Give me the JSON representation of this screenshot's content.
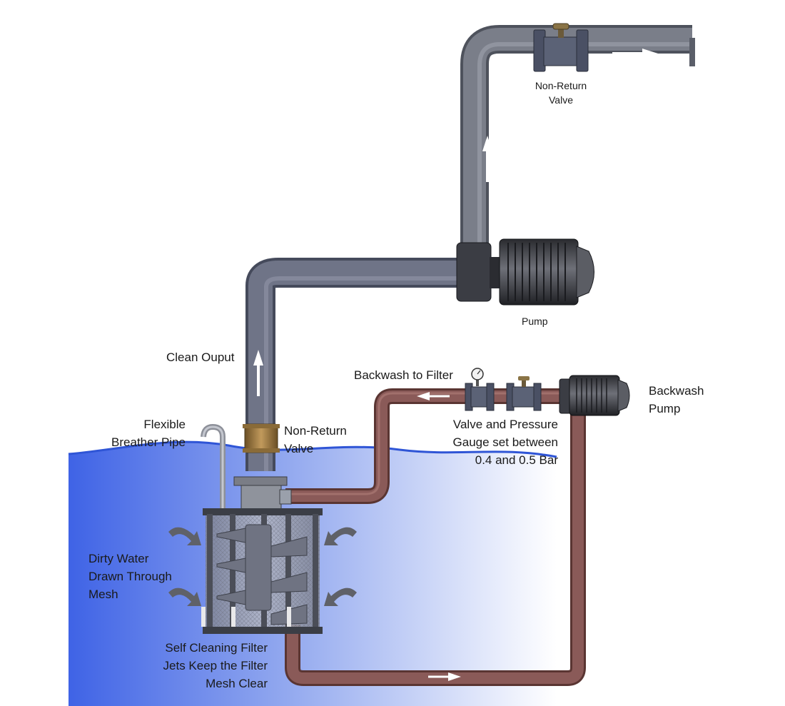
{
  "labels": {
    "top_valve": [
      "Non-Return",
      "Valve"
    ],
    "pump": "Pump",
    "clean_output": "Clean Ouput",
    "backwash_to_filter": "Backwash to Filter",
    "backwash_pump": [
      "Backwash",
      "Pump"
    ],
    "breather_pipe": [
      "Flexible",
      "Breather Pipe"
    ],
    "lower_valve": [
      "Non-Return",
      "Valve"
    ],
    "valve_gauge": [
      "Valve and Pressure",
      "Gauge set between",
      "0.4 and 0.5 Bar"
    ],
    "dirty_water": [
      "Dirty Water",
      "Drawn Through",
      "Mesh"
    ],
    "self_cleaning": [
      "Self Cleaning Filter",
      "Jets Keep the Filter",
      "Mesh Clear"
    ]
  },
  "colors": {
    "clean_pipe": "#7b7e87",
    "outlet_pipe": "#6f7380",
    "backwash_pipe": "#8a5a58",
    "water": "#4a6ee8",
    "brass_valve": "#9c7a44"
  }
}
